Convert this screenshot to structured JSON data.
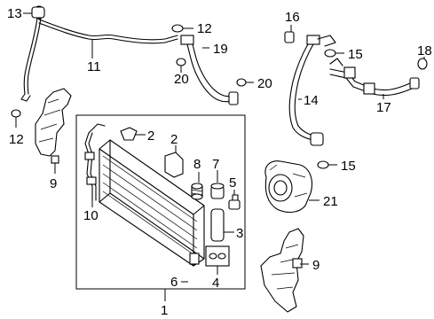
{
  "diagram": {
    "callouts": {
      "c1": "1",
      "c2a": "2",
      "c2b": "2",
      "c3": "3",
      "c4": "4",
      "c5": "5",
      "c6": "6",
      "c7": "7",
      "c8": "8",
      "c9a": "9",
      "c9b": "9",
      "c10": "10",
      "c11": "11",
      "c12a": "12",
      "c12b": "12",
      "c13": "13",
      "c14": "14",
      "c15a": "15",
      "c15b": "15",
      "c16": "16",
      "c17": "17",
      "c18": "18",
      "c19": "19",
      "c20a": "20",
      "c20b": "20",
      "c21": "21"
    }
  }
}
